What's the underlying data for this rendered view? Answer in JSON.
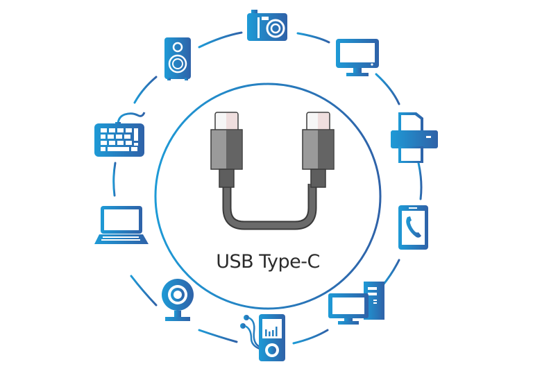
{
  "diagram": {
    "title": "USB Type-C",
    "center": {
      "label": "USB Type-C",
      "icon": "usb-type-c-cable-icon"
    },
    "colors": {
      "icon_gradient_start": "#1e9ad6",
      "icon_gradient_end": "#2f62a8",
      "ring": "#1f86c8",
      "cable_dark": "#5e5e5e",
      "cable_light": "#9a9a9a",
      "plug_tip": "#f6f6f6",
      "plug_tip_tint": "#efdede",
      "text": "#2b2b2b"
    },
    "devices": [
      {
        "name": "camera",
        "icon": "camera-icon"
      },
      {
        "name": "monitor",
        "icon": "monitor-icon"
      },
      {
        "name": "printer",
        "icon": "printer-icon"
      },
      {
        "name": "smartphone",
        "icon": "smartphone-icon"
      },
      {
        "name": "desktop computer",
        "icon": "desktop-computer-icon"
      },
      {
        "name": "music player",
        "icon": "music-player-icon"
      },
      {
        "name": "webcam",
        "icon": "webcam-icon"
      },
      {
        "name": "laptop",
        "icon": "laptop-icon"
      },
      {
        "name": "keyboard",
        "icon": "keyboard-icon"
      },
      {
        "name": "speaker",
        "icon": "speaker-icon"
      }
    ]
  }
}
